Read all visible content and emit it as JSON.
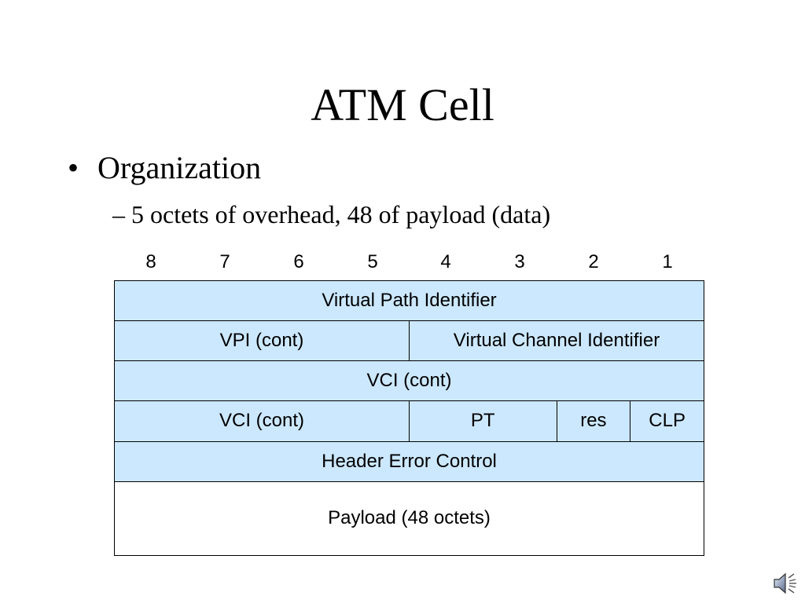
{
  "slide": {
    "title": "ATM Cell",
    "bullet": "Organization",
    "bullet_glyph": "•",
    "sub_bullet": "– 5 octets of overhead, 48 of payload (data)"
  },
  "diagram": {
    "bit_labels": [
      "8",
      "7",
      "6",
      "5",
      "4",
      "3",
      "2",
      "1"
    ],
    "rows": [
      [
        {
          "label": "Virtual Path Identifier",
          "bits": 8
        }
      ],
      [
        {
          "label": "VPI (cont)",
          "bits": 4
        },
        {
          "label": "Virtual Channel Identifier",
          "bits": 4
        }
      ],
      [
        {
          "label": "VCI (cont)",
          "bits": 8
        }
      ],
      [
        {
          "label": "VCI (cont)",
          "bits": 4
        },
        {
          "label": "PT",
          "bits": 2
        },
        {
          "label": "res",
          "bits": 1
        },
        {
          "label": "CLP",
          "bits": 1
        }
      ],
      [
        {
          "label": "Header Error Control",
          "bits": 8
        }
      ],
      [
        {
          "label": "Payload (48 octets)",
          "bits": 8
        }
      ]
    ],
    "header_fill": "#cce8ff",
    "payload_fill": "#ffffff",
    "border_color": "#000000"
  },
  "icons": {
    "audio": "speaker-icon"
  }
}
